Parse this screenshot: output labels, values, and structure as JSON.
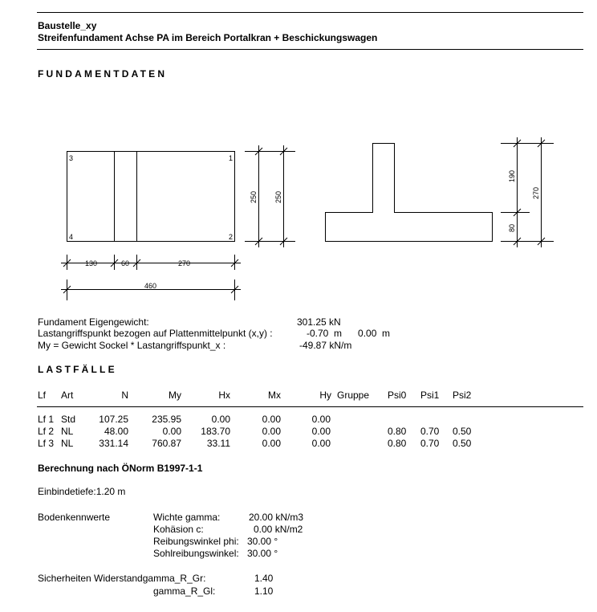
{
  "header": {
    "project": "Baustelle_xy",
    "subtitle": "Streifenfundament Achse PA im Bereich Portalkran + Beschickungswagen"
  },
  "section_fundament": "FUNDAMENTDATEN",
  "plan_view": {
    "corner_labels": [
      "3",
      "1",
      "4",
      "2"
    ],
    "dim_bottom_segments": [
      "130",
      "60",
      "270"
    ],
    "dim_total": "460",
    "dim_side_1": "250",
    "dim_side_2": "250"
  },
  "section_view": {
    "dim_upper": "190",
    "dim_lower": "80",
    "dim_total": "270"
  },
  "fundament_info": [
    {
      "label": "Fundament Eigengewicht:",
      "value": "301.25 kN"
    },
    {
      "label": "Lastangriffspunkt bezogen auf Plattenmittelpunkt (x,y) :",
      "value": "-0.70  m      0.00  m"
    },
    {
      "label": "My = Gewicht Sockel * Lastangriffspunkt_x :",
      "value": "-49.87 kN/m"
    }
  ],
  "section_lastfaelle": "LASTFÄLLE",
  "load_table": {
    "headers": [
      "Lf",
      "Art",
      "N",
      "My",
      "Hx",
      "Mx",
      "Hy",
      "Gruppe",
      "Psi0",
      "Psi1",
      "Psi2"
    ],
    "rows": [
      [
        "Lf 1",
        "Std",
        "107.25",
        "235.95",
        "0.00",
        "0.00",
        "0.00",
        "",
        "",
        "",
        ""
      ],
      [
        "Lf 2",
        "NL",
        "48.00",
        "0.00",
        "183.70",
        "0.00",
        "0.00",
        "",
        "0.80",
        "0.70",
        "0.50"
      ],
      [
        "Lf 3",
        "NL",
        "331.14",
        "760.87",
        "33.11",
        "0.00",
        "0.00",
        "",
        "0.80",
        "0.70",
        "0.50"
      ]
    ]
  },
  "calc_title": "Berechnung nach ÖNorm B1997-1-1",
  "einbindetiefe": "Einbindetiefe:1.20  m",
  "boden": {
    "title": "Bodenkennwerte",
    "rows": [
      {
        "label": "Wichte gamma:",
        "value": "20.00 kN/m3"
      },
      {
        "label": "Kohäsion c:",
        "value": "0.00 kN/m2"
      },
      {
        "label": "Reibungswinkel phi:",
        "value": "30.00 °"
      },
      {
        "label": "Sohlreibungswinkel:",
        "value": "30.00 °"
      }
    ]
  },
  "sicherheiten": {
    "title": "Sicherheiten Widerstandgamma_R_Gr:",
    "value1": "1.40",
    "label2": "gamma_R_Gl:",
    "value2": "1.10"
  }
}
